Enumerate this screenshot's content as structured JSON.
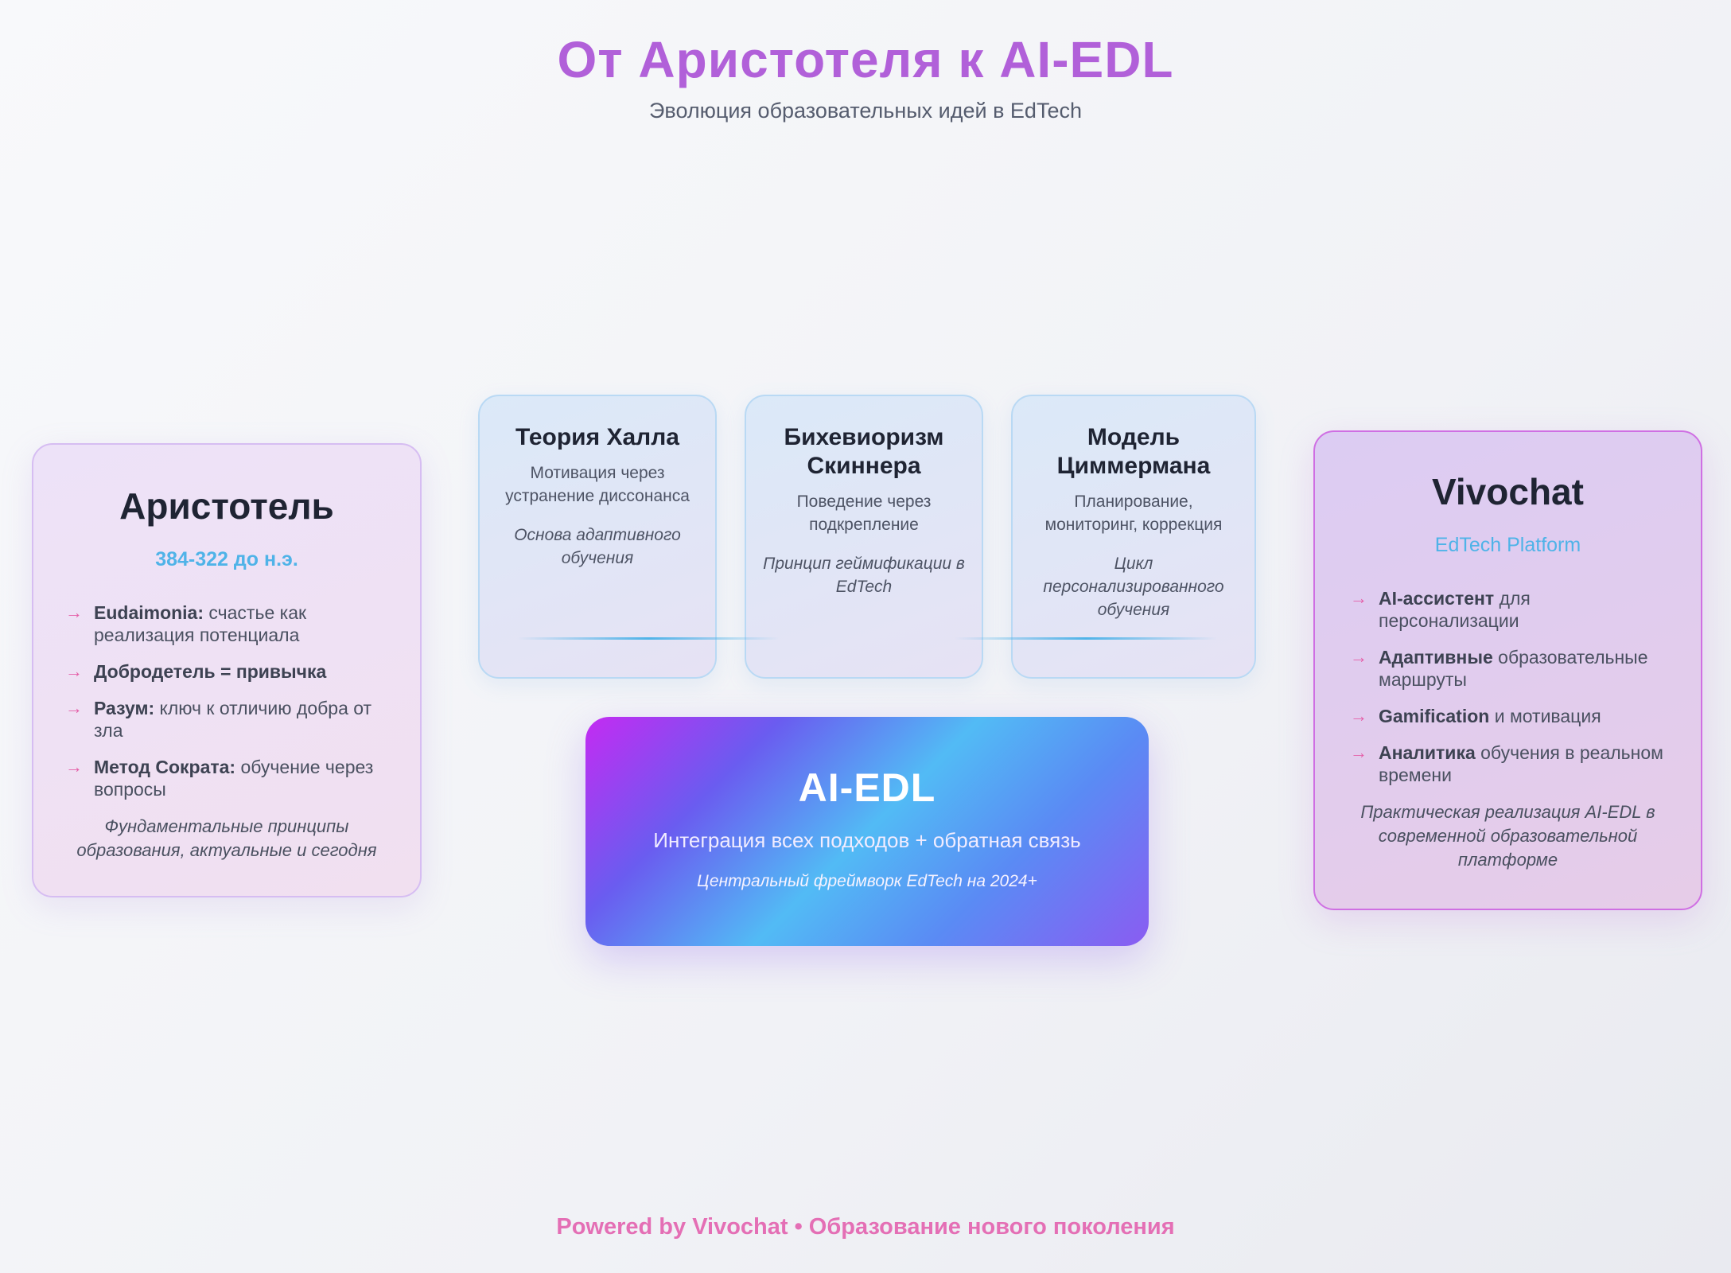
{
  "header": {
    "title": "От Аристотеля к AI-EDL",
    "subtitle": "Эволюция образовательных идей в EdTech"
  },
  "aristotle": {
    "title": "Аристотель",
    "dates": "384-322 до н.э.",
    "points": [
      {
        "bold": "Eudaimonia:",
        "text": " счастье как реализация потенциала"
      },
      {
        "bold": "Добродетель = привычка",
        "text": ""
      },
      {
        "bold": "Разум:",
        "text": " ключ к отличию добра от зла"
      },
      {
        "bold": "Метод Сократа:",
        "text": " обучение через вопросы"
      }
    ],
    "note": "Фундаментальные принципы образования, актуальные и сегодня"
  },
  "theories": [
    {
      "title": "Теория Халла",
      "desc": "Мотивация через устранение диссонанса",
      "note": "Основа адаптивного обучения"
    },
    {
      "title": "Бихевиоризм Скиннера",
      "desc": "Поведение через подкрепление",
      "note": "Принцип геймификации в EdTech"
    },
    {
      "title": "Модель Циммермана",
      "desc": "Планирование, мониторинг, коррекция",
      "note": "Цикл персонализированного обучения"
    }
  ],
  "aiedl": {
    "title": "AI-EDL",
    "subtitle": "Интеграция всех подходов + обратная связь",
    "note": "Центральный фреймворк EdTech на 2024+"
  },
  "vivochat": {
    "title": "Vivochat",
    "tag": "EdTech Platform",
    "points": [
      {
        "bold": "AI-ассистент",
        "text": " для персонализации"
      },
      {
        "bold": "Адаптивные",
        "text": " образовательные маршруты"
      },
      {
        "bold": "Gamification",
        "text": " и мотивация"
      },
      {
        "bold": "Аналитика",
        "text": " обучения в реальном времени"
      }
    ],
    "note": "Практическая реализация AI-EDL в современной образовательной платформе"
  },
  "footer": "Powered by Vivochat • Образование нового поколения",
  "icons": {
    "bullet": "arrow-right-icon"
  },
  "colors": {
    "title": "#b160d9",
    "accent": "#4fb3e8",
    "bullet": "#e55fa8",
    "footer": "#e46fb5"
  }
}
